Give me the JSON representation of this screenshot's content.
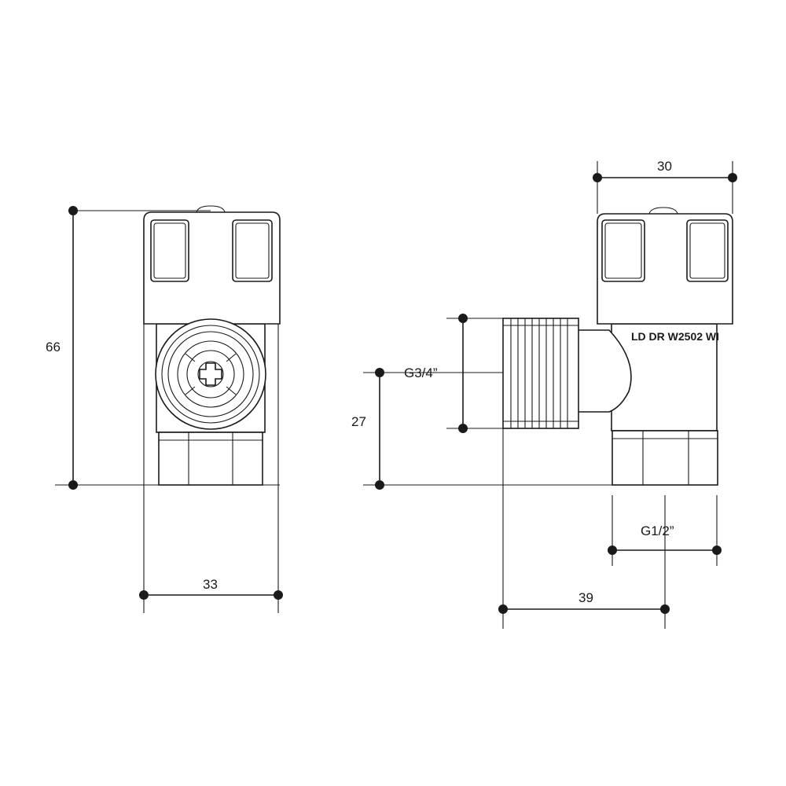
{
  "dimensions": {
    "front_height": "66",
    "front_width": "33",
    "side_width": "30",
    "outlet_thread": "G3/4”",
    "outlet_height": "27",
    "inlet_thread": "G1/2”",
    "depth": "39"
  },
  "body_marking": "LD DR W2502 WI"
}
